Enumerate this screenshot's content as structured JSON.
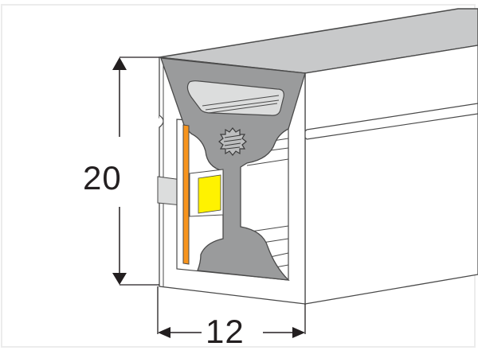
{
  "diagram": {
    "subject": "LED neon flex strip profile cross-section",
    "dimensions": {
      "height": {
        "value": "20",
        "orientation": "vertical"
      },
      "width": {
        "value": "12",
        "orientation": "horizontal"
      }
    },
    "components": [
      {
        "name": "silicone-body",
        "color": "#ffffff"
      },
      {
        "name": "top-face",
        "color": "#c8c9ca"
      },
      {
        "name": "diffuser-core",
        "color": "#9a9b9c"
      },
      {
        "name": "led-chip",
        "color": "#fff200"
      },
      {
        "name": "pcb-strip",
        "color": "#f7941d"
      },
      {
        "name": "side-tab",
        "color": "#dcdddd"
      }
    ],
    "colors": {
      "outline": "#4a4a4a",
      "dimension": "#231f20",
      "frame": "#ececec"
    }
  }
}
